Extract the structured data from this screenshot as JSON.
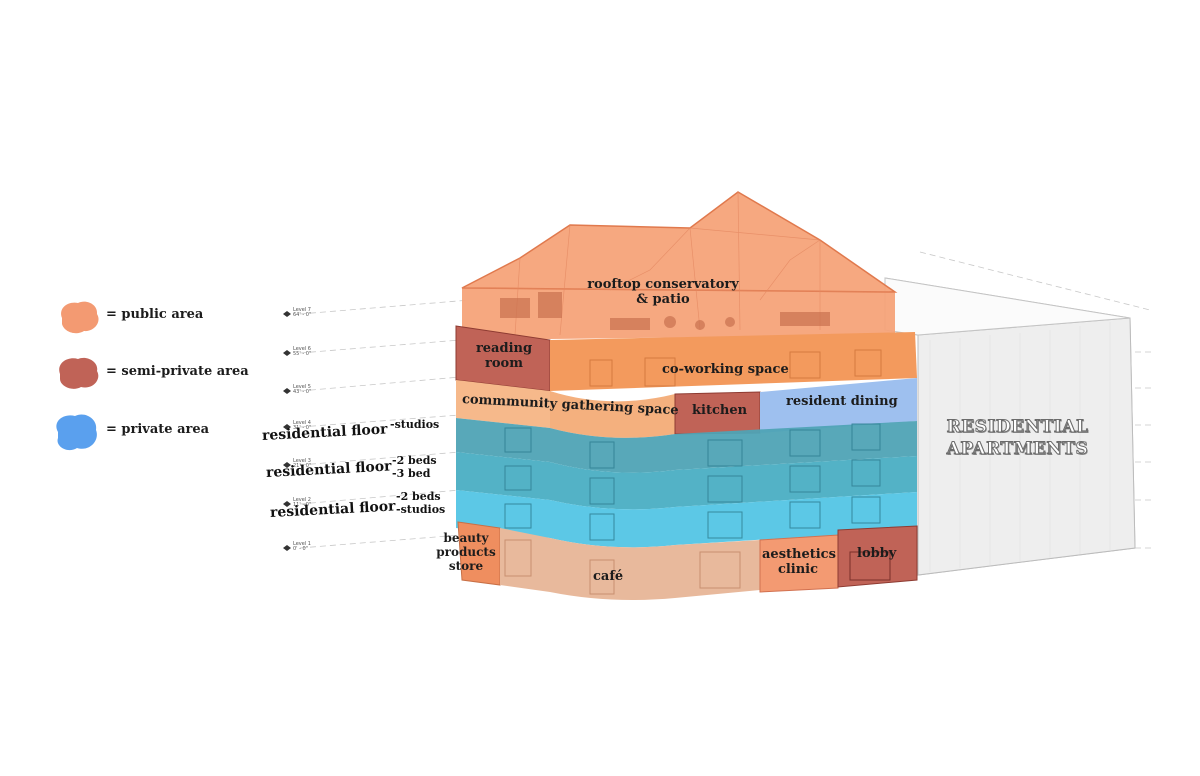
{
  "legend": {
    "items": [
      {
        "label": "= public area",
        "color": "#f39a72"
      },
      {
        "label": "= semi-private area",
        "color": "#c06357"
      },
      {
        "label": "= private area",
        "color": "#5aa0ee"
      }
    ]
  },
  "levels": [
    {
      "name": "Level 7",
      "elev": "64' - 0\""
    },
    {
      "name": "Level 6",
      "elev": "55' - 0\""
    },
    {
      "name": "Level 5",
      "elev": "43' - 0\""
    },
    {
      "name": "Level 4",
      "elev": "31' - 0\""
    },
    {
      "name": "Level 3",
      "elev": "21' - 0\""
    },
    {
      "name": "Level 2",
      "elev": "11' - 0\""
    },
    {
      "name": "Level 1",
      "elev": "0' - 0\""
    }
  ],
  "floors": {
    "level4": {
      "label": "residential floor",
      "notes": [
        "-studios"
      ]
    },
    "level3": {
      "label": "residential floor",
      "notes": [
        "-2 beds",
        "-3 bed"
      ]
    },
    "level2": {
      "label": "residential floor",
      "notes": [
        "-2 beds",
        "-studios"
      ]
    }
  },
  "spaces": {
    "rooftop": {
      "line1": "rooftop conservatory",
      "line2": "& patio"
    },
    "reading": {
      "line1": "reading",
      "line2": "room"
    },
    "coworking": "co-working space",
    "community": "commmunity gathering space",
    "kitchen": "kitchen",
    "dining": "resident dining",
    "beauty": {
      "line1": "beauty",
      "line2": "products",
      "line3": "store"
    },
    "cafe": "café",
    "aesthetics": {
      "line1": "aesthetics",
      "line2": "clinic"
    },
    "lobby": "lobby"
  },
  "neighbor": {
    "line1": "RESIDENTIAL",
    "line2": "APARTMENTS"
  },
  "colors": {
    "public": "#f39a72",
    "semi_private": "#c06357",
    "private": "#5aa0ee",
    "residential_teal": "#4fa3b5",
    "residential_cyan": "#5cc8e6",
    "cafe_beige": "#e8b99c"
  }
}
